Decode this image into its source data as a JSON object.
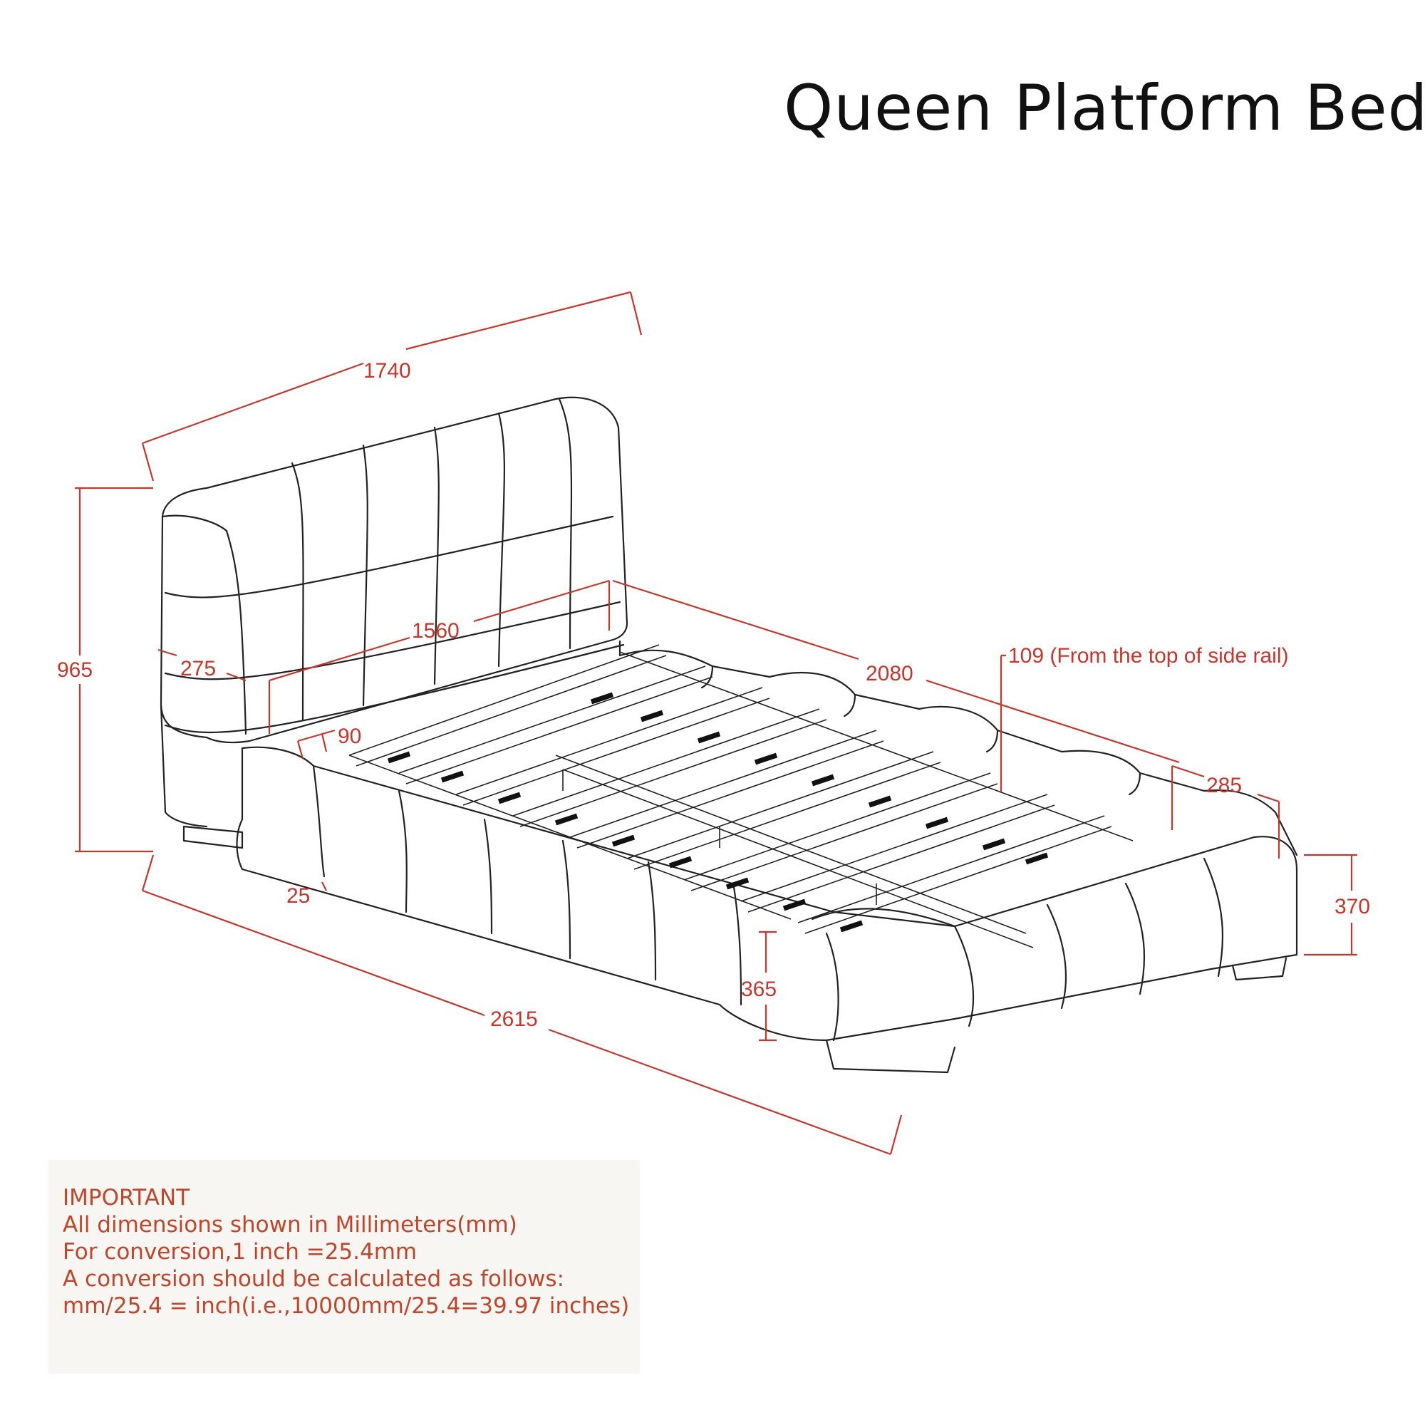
{
  "title": "Queen Platform Bed",
  "colors": {
    "dimension": "#c8352a",
    "outline": "#222222",
    "note_bg": "#f7f6f3",
    "note_text": "#c2452a"
  },
  "dimensions": {
    "overall_width": "1740",
    "overall_height": "965",
    "headboard_depth": "275",
    "inner_width": "1560",
    "side_rail_thickness": "90",
    "side_rail_length": "2080",
    "slat_drop": "109 (From the top of side rail)",
    "footboard_depth": "285",
    "foot_height": "370",
    "leg_gap": "25",
    "side_height": "365",
    "overall_length": "2615"
  },
  "note": {
    "heading": "IMPORTANT",
    "lines": [
      "All dimensions shown in Millimeters(mm)",
      "For conversion,1 inch =25.4mm",
      "A conversion should be calculated as follows:",
      "mm/25.4 = inch(i.e.,10000mm/25.4=39.97 inches)"
    ]
  }
}
